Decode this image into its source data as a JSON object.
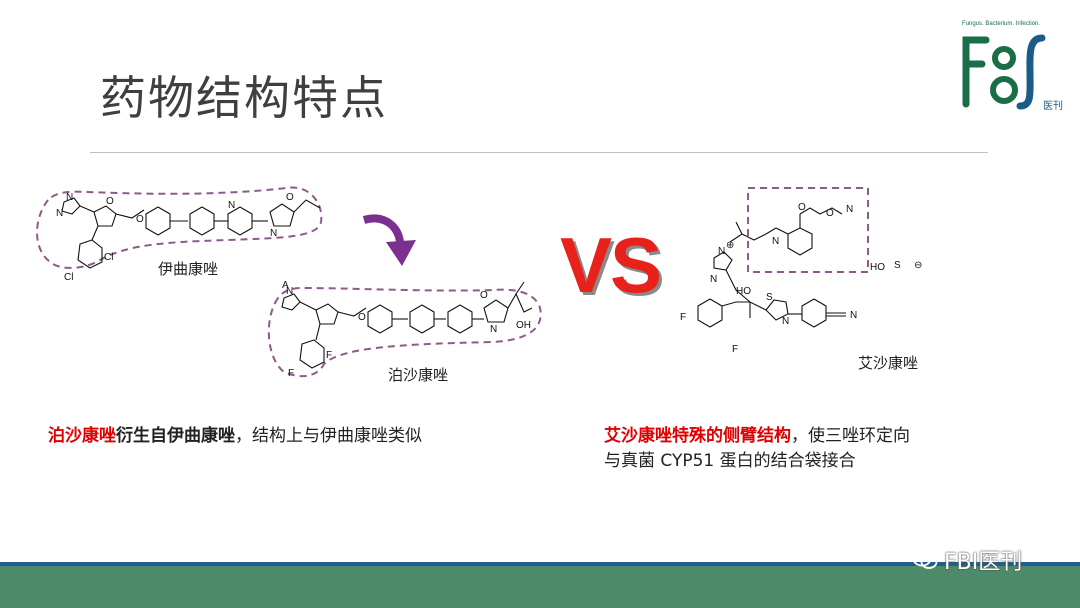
{
  "slide": {
    "title": "药物结构特点",
    "vs_label": "VS"
  },
  "logo": {
    "tagline": "Fungus. Bacterium. Infection.",
    "subtitle": "医刊"
  },
  "molecules": {
    "itraconazole_name": "伊曲康唑",
    "posaconazole_name": "泊沙康唑",
    "isavuconazole_name": "艾沙康唑",
    "atoms": {
      "N": "N",
      "O": "O",
      "Cl": "Cl",
      "F": "F",
      "S": "S",
      "HO": "HO",
      "OH": "OH",
      "A": "A",
      "plus": "⊕",
      "minus": "⊖",
      "CN": "N"
    }
  },
  "left_text": {
    "part1": "泊沙康唑",
    "part2": "衍生自伊曲康唑",
    "part3": "，结构上与伊曲康唑类似"
  },
  "right_text": {
    "part1": "艾沙康唑特殊的侧臂结构",
    "part2": "，使三唑环定向",
    "line2": "与真菌 CYP51 蛋白的结合袋接合"
  },
  "watermark": {
    "text": "FBI医刊",
    "icon": "wechat-icon"
  },
  "colors": {
    "title": "#3f3f3f",
    "accent_red": "#e00000",
    "logo_green": "#1a6e45",
    "logo_blue": "#1a5c88",
    "bar_green": "#4d8a6a",
    "bar_blue": "#1f5e8c",
    "dash_purple": "#8e5a8a",
    "arrow_purple": "#7b2f8f"
  }
}
